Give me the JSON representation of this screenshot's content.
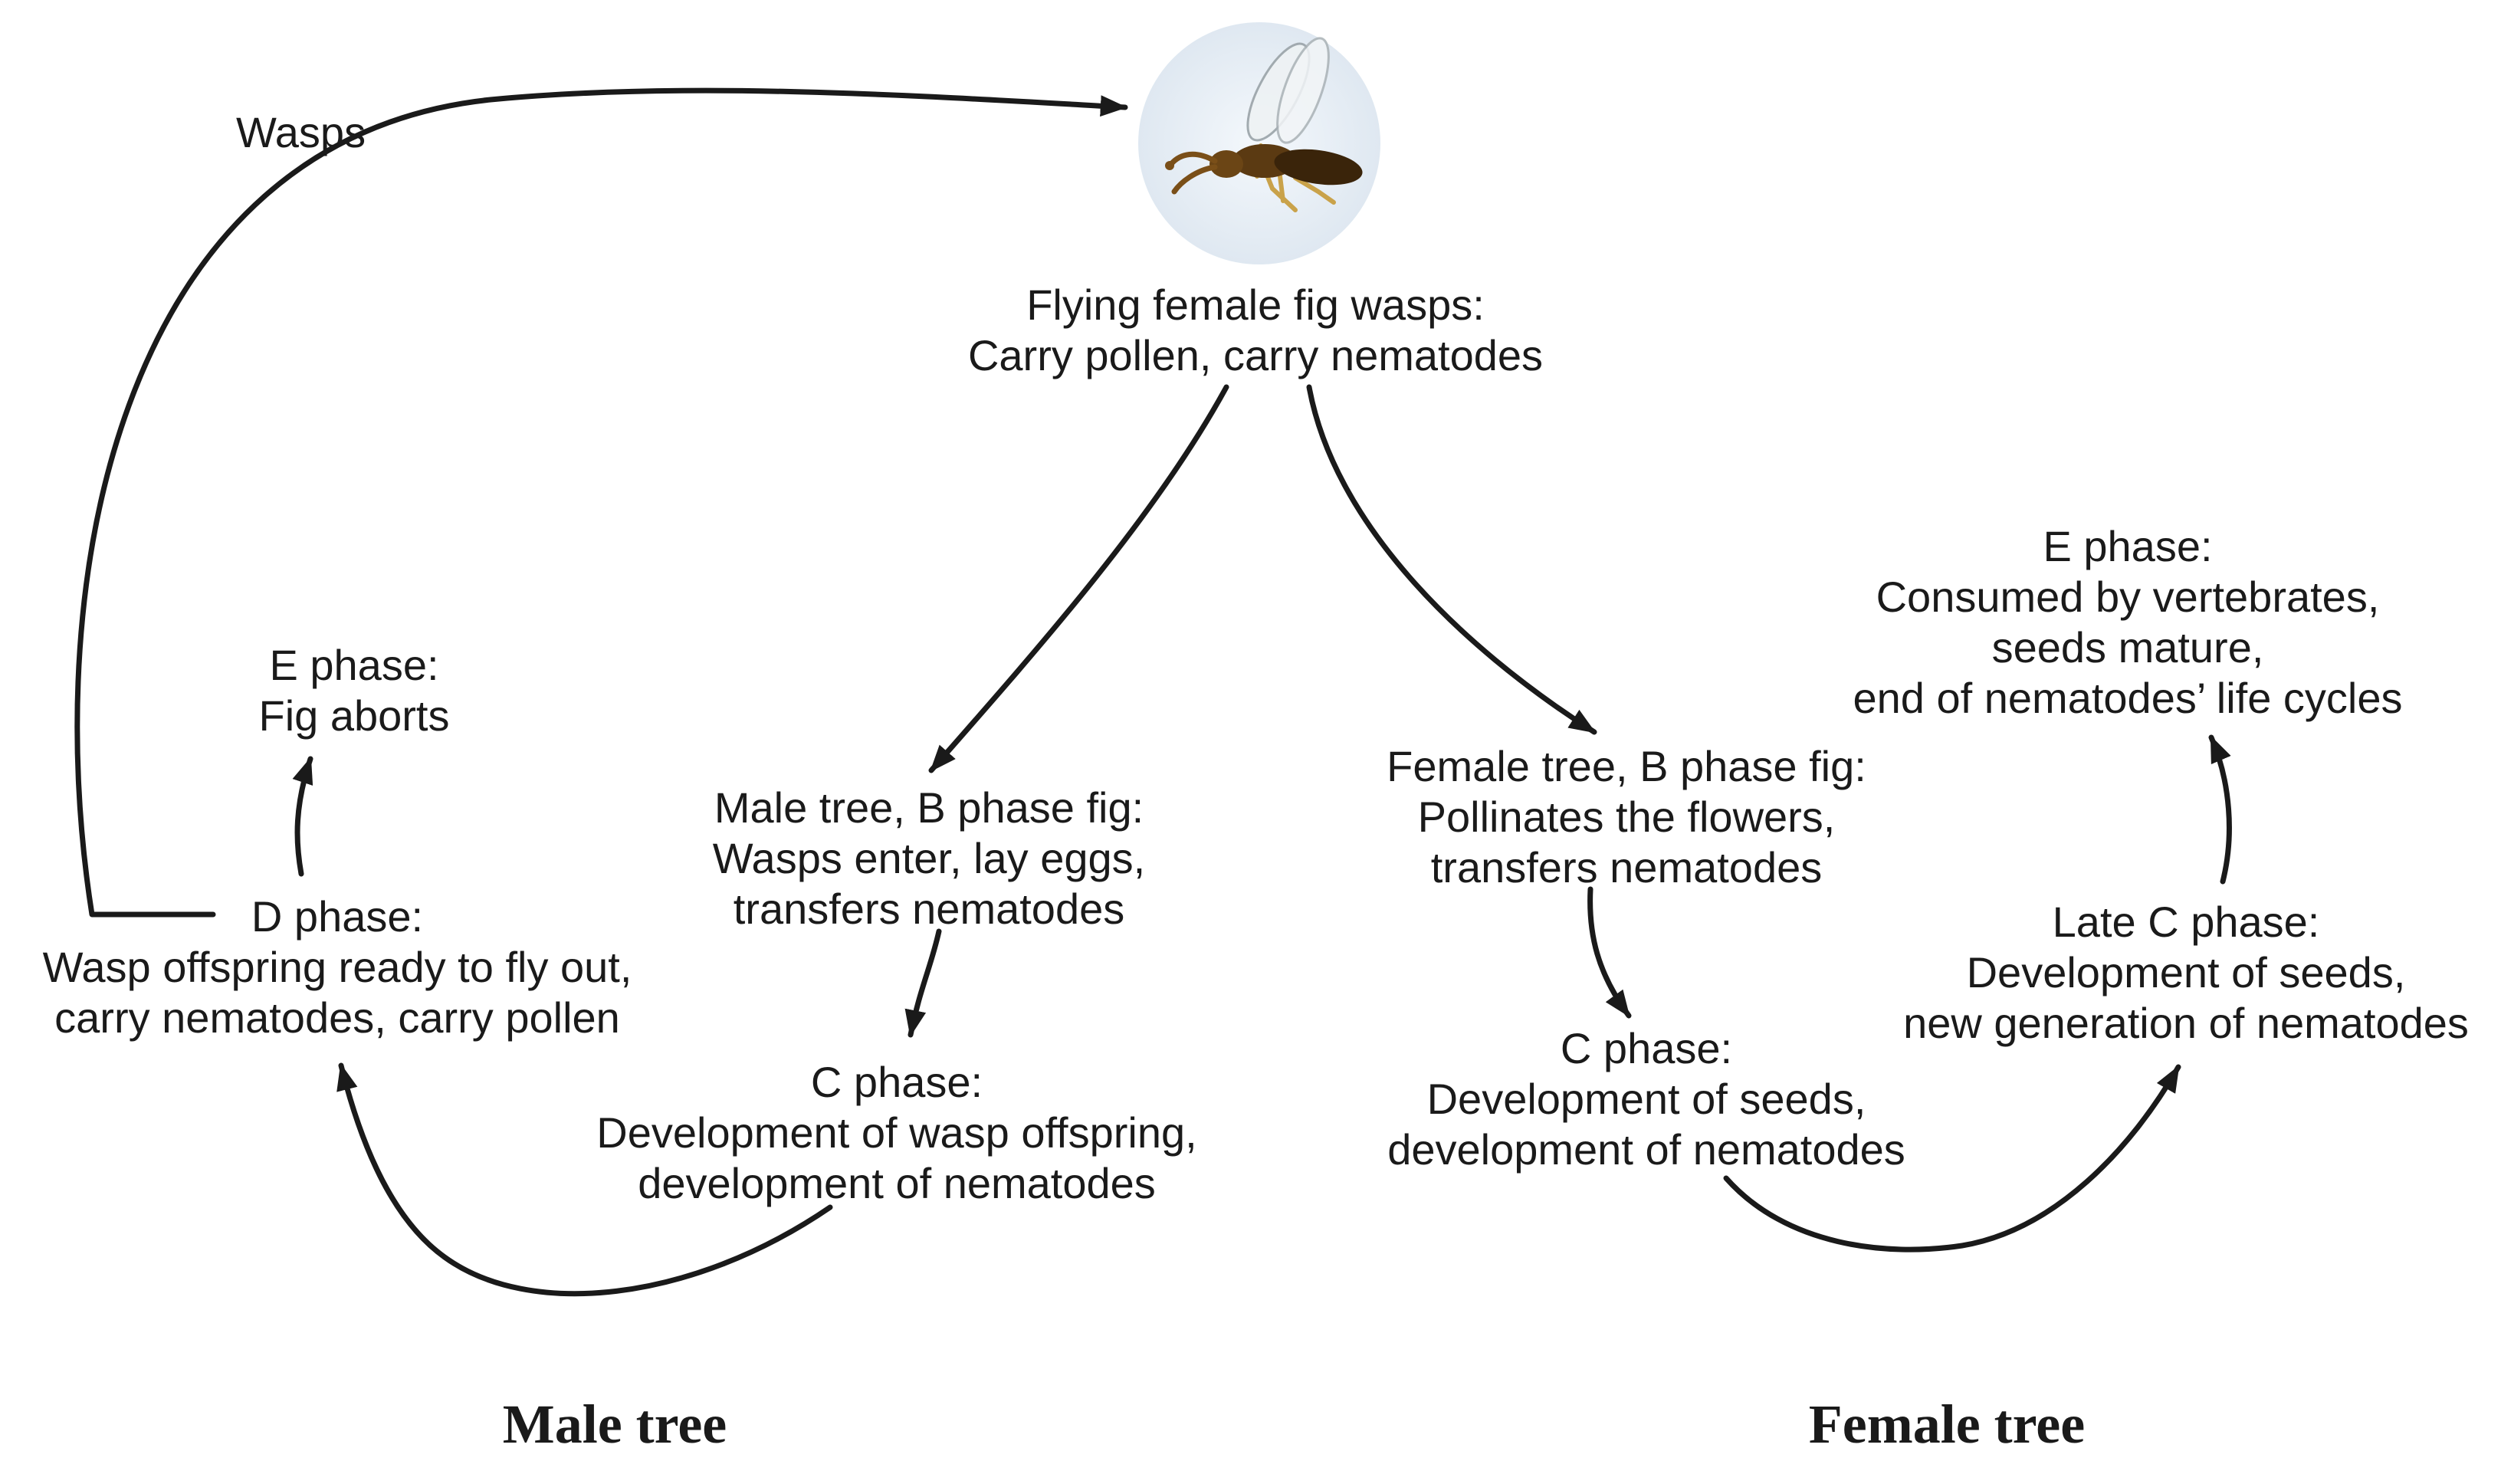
{
  "nodes": {
    "flying": {
      "title": "Flying female fig wasps:",
      "line1": "Carry pollen, carry nematodes"
    },
    "male_b": {
      "title": "Male tree, B phase fig:",
      "line1": "Wasps enter, lay eggs,",
      "line2": "transfers nematodes"
    },
    "male_c": {
      "title": "C phase:",
      "line1": "Development of wasp offspring,",
      "line2": "development of nematodes"
    },
    "male_d": {
      "title": "D phase:",
      "line1": "Wasp offspring  ready to fly out,",
      "line2": "carry nematodes, carry pollen"
    },
    "male_e": {
      "title": "E phase:",
      "line1": "Fig aborts"
    },
    "female_b": {
      "title": "Female tree, B phase fig:",
      "line1": "Pollinates the flowers,",
      "line2": "transfers nematodes"
    },
    "female_c": {
      "title": "C phase:",
      "line1": "Development of seeds,",
      "line2": "development of nematodes"
    },
    "female_late_c": {
      "title": "Late C phase:",
      "line1": "Development of seeds,",
      "line2": "new generation of nematodes"
    },
    "female_e": {
      "title": "E phase:",
      "line1": "Consumed by vertebrates,",
      "line2": "seeds mature,",
      "line3": "end of nematodes’ life cycles"
    }
  },
  "edges": {
    "wasps_label": "Wasps"
  },
  "tree_labels": {
    "male": "Male tree",
    "female": "Female tree"
  },
  "icons": {
    "wasp": "fig-wasp-photo-icon"
  }
}
